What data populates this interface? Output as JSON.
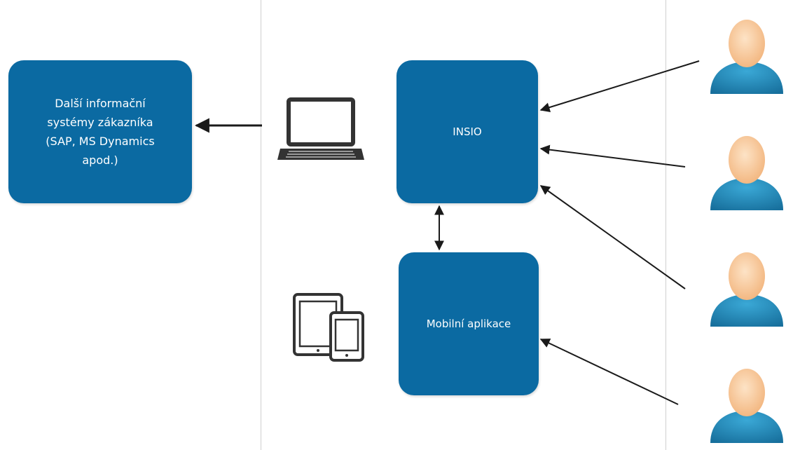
{
  "boxes": {
    "external_systems": "Další informační\nsystémy zákazníka\n(SAP, MS Dynamics\napod.)",
    "insio": "INSIO",
    "mobile_app": "Mobilní aplikace"
  },
  "colors": {
    "box_fill": "#0b6aa2",
    "box_text": "#ffffff",
    "arrow": "#1a1a1a",
    "divider": "#cfcfcf",
    "device_outline": "#333333",
    "user_skin": "#f7c79a",
    "user_body": "#1f8fbf"
  },
  "icons": [
    "laptop-icon",
    "tablet-phone-icon",
    "user-icon",
    "user-icon",
    "user-icon",
    "user-icon"
  ]
}
